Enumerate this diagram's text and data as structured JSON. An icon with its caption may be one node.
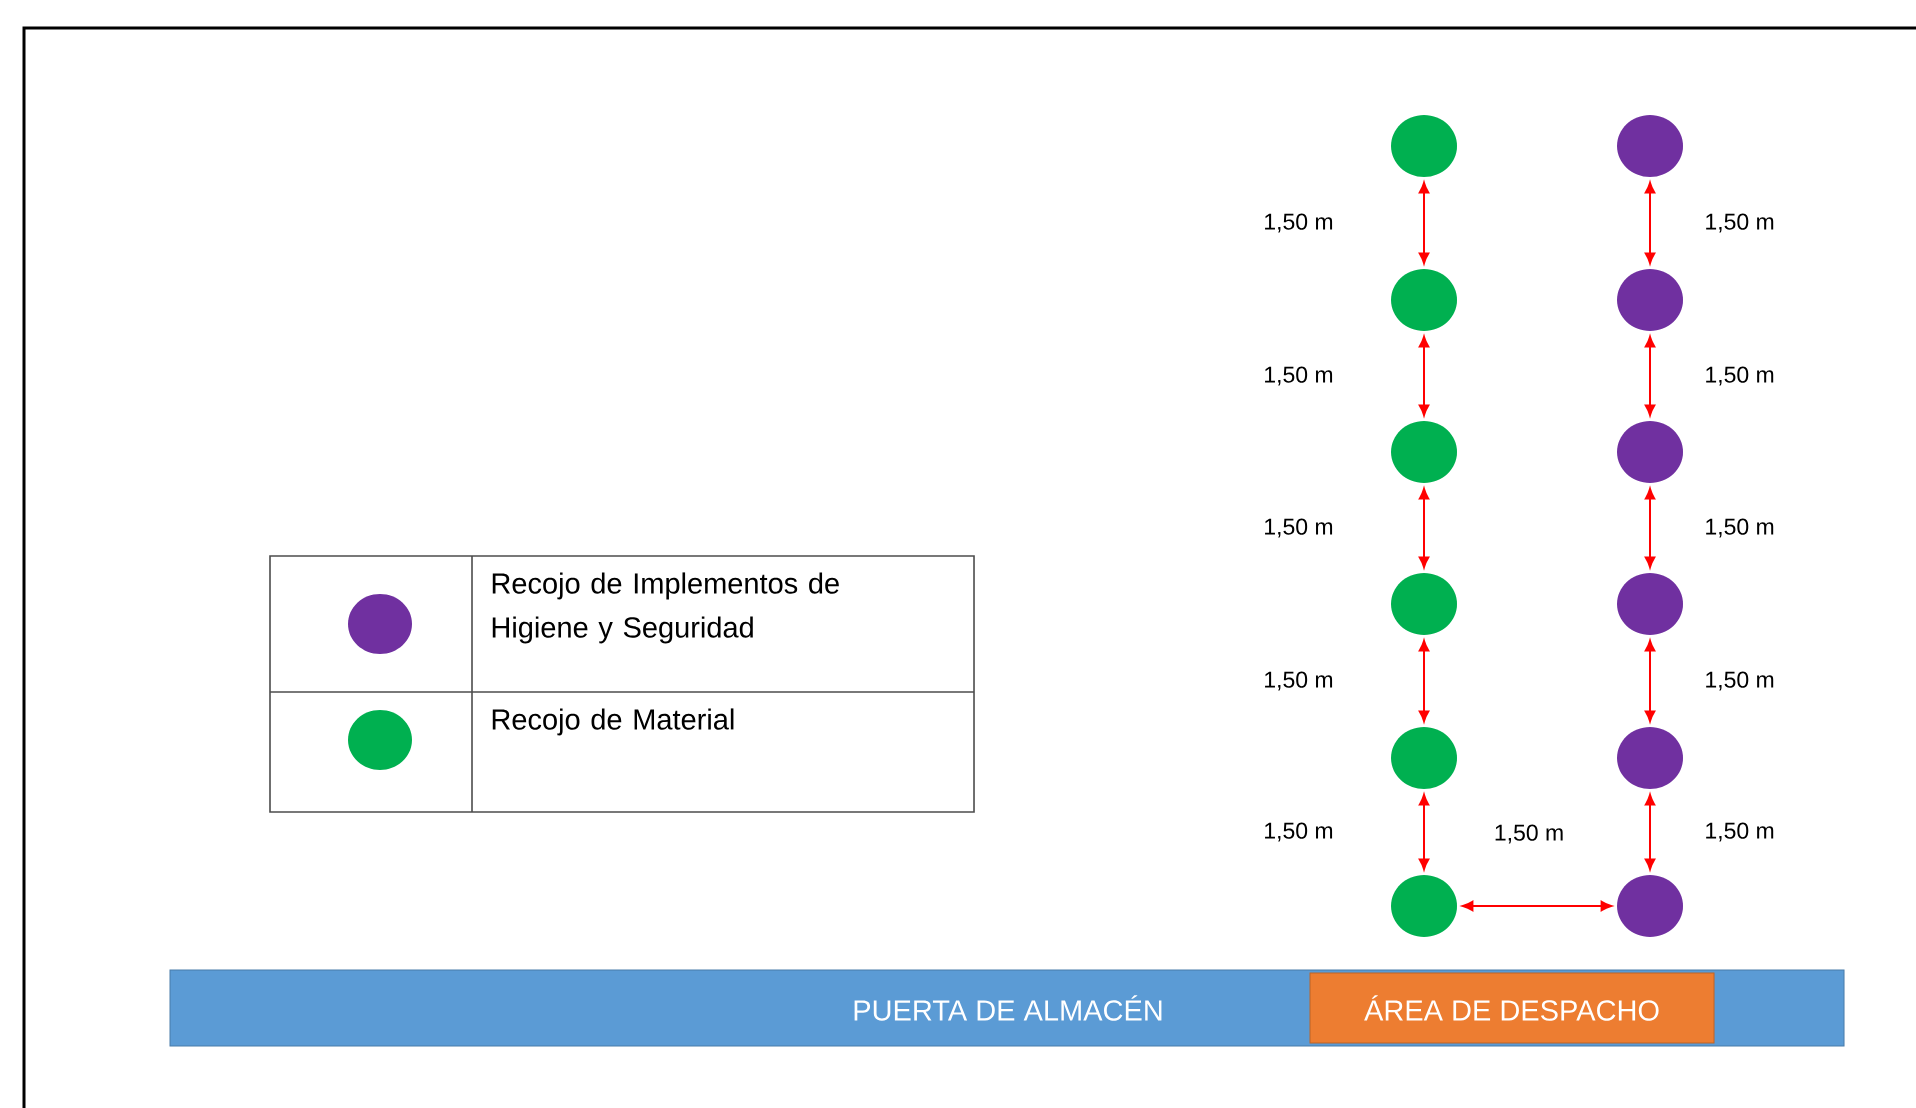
{
  "diagram": {
    "nodes": [
      {
        "text": [],
        "shape": "circle"
      },
      {
        "text": [],
        "shape": "circle"
      },
      {
        "text": [],
        "shape": "circle"
      },
      {
        "text": [],
        "shape": "circle"
      },
      {
        "text": [],
        "shape": "circle"
      },
      {
        "text": [],
        "shape": "circle"
      },
      {
        "text": [],
        "shape": "circle"
      },
      {
        "text": [],
        "shape": "circle"
      },
      {
        "text": [],
        "shape": "circle"
      },
      {
        "text": [],
        "shape": "circle"
      },
      {
        "text": [],
        "shape": "circle"
      },
      {
        "text": [],
        "shape": "circle"
      },
      {
        "text": [
          "PUERTA DE ALMACÉN"
        ]
      },
      {
        "text": [
          "ÁREA DE DESPACHO"
        ],
        "in": 12
      }
    ],
    "edges": [
      {
        "from": 0,
        "to": 1,
        "arrow": "both",
        "label": "1,50 m"
      },
      {
        "from": 1,
        "to": 2,
        "arrow": "both",
        "label": "1,50 m"
      },
      {
        "from": 2,
        "to": 3,
        "arrow": "both",
        "label": "1,50 m"
      },
      {
        "from": 3,
        "to": 4,
        "arrow": "both",
        "label": "1,50 m"
      },
      {
        "from": 4,
        "to": 5,
        "arrow": "both",
        "label": "1,50 m"
      },
      {
        "from": 6,
        "to": 7,
        "arrow": "both",
        "label": "1,50 m"
      },
      {
        "from": 7,
        "to": 8,
        "arrow": "both",
        "label": "1,50 m"
      },
      {
        "from": 8,
        "to": 9,
        "arrow": "both",
        "label": "1,50 m"
      },
      {
        "from": 9,
        "to": 10,
        "arrow": "both",
        "label": "1,50 m"
      },
      {
        "from": 10,
        "to": 11,
        "arrow": "both",
        "label": "1,50 m"
      },
      {
        "from": 5,
        "to": 11,
        "arrow": "both",
        "label": "1,50 m"
      }
    ],
    "legend": [
      {
        "text": "Recojo de Implementos de Higiene y Seguridad",
        "color": "#7030a0"
      },
      {
        "text": "Recojo de Material",
        "color": "#00b050"
      }
    ]
  }
}
